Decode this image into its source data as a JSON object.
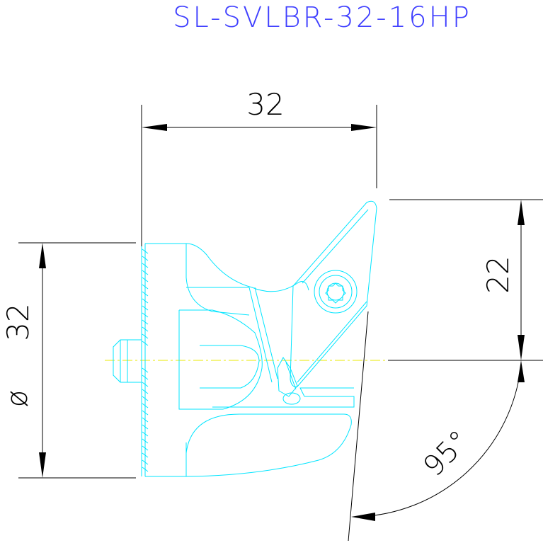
{
  "title": "SL-SVLBR-32-16HP",
  "dimensions": {
    "width": "32",
    "height": "22",
    "diameter_symbol": "ø",
    "diameter": "32",
    "angle": "95°"
  },
  "colors": {
    "title": "#4040ff",
    "part": "#00e5ff",
    "dimension": "#000000",
    "centerline": "#e8e800"
  }
}
